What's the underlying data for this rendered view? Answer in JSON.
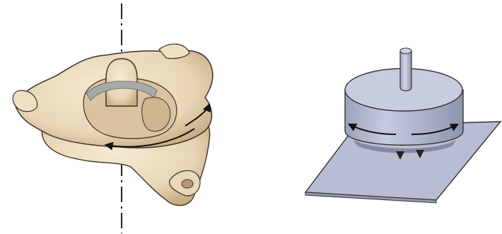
{
  "colors": {
    "background": "#ffffff",
    "bone_fill": "#efe0c4",
    "bone_shade": "#c9ae86",
    "bone_outline": "#3a3128",
    "ligament": "#a8aaa6",
    "cylinder_top": "#c4c9dc",
    "cylinder_side": "#a9aec6",
    "plate": "#b8bdd3",
    "line": "#222222"
  },
  "panels": [
    {
      "name": "atlantoaxial-joint-illustration",
      "icon": "vertebra-bone-drawing"
    },
    {
      "name": "pivot-joint-model",
      "icon": "cylinder-on-plate-drawing"
    }
  ]
}
